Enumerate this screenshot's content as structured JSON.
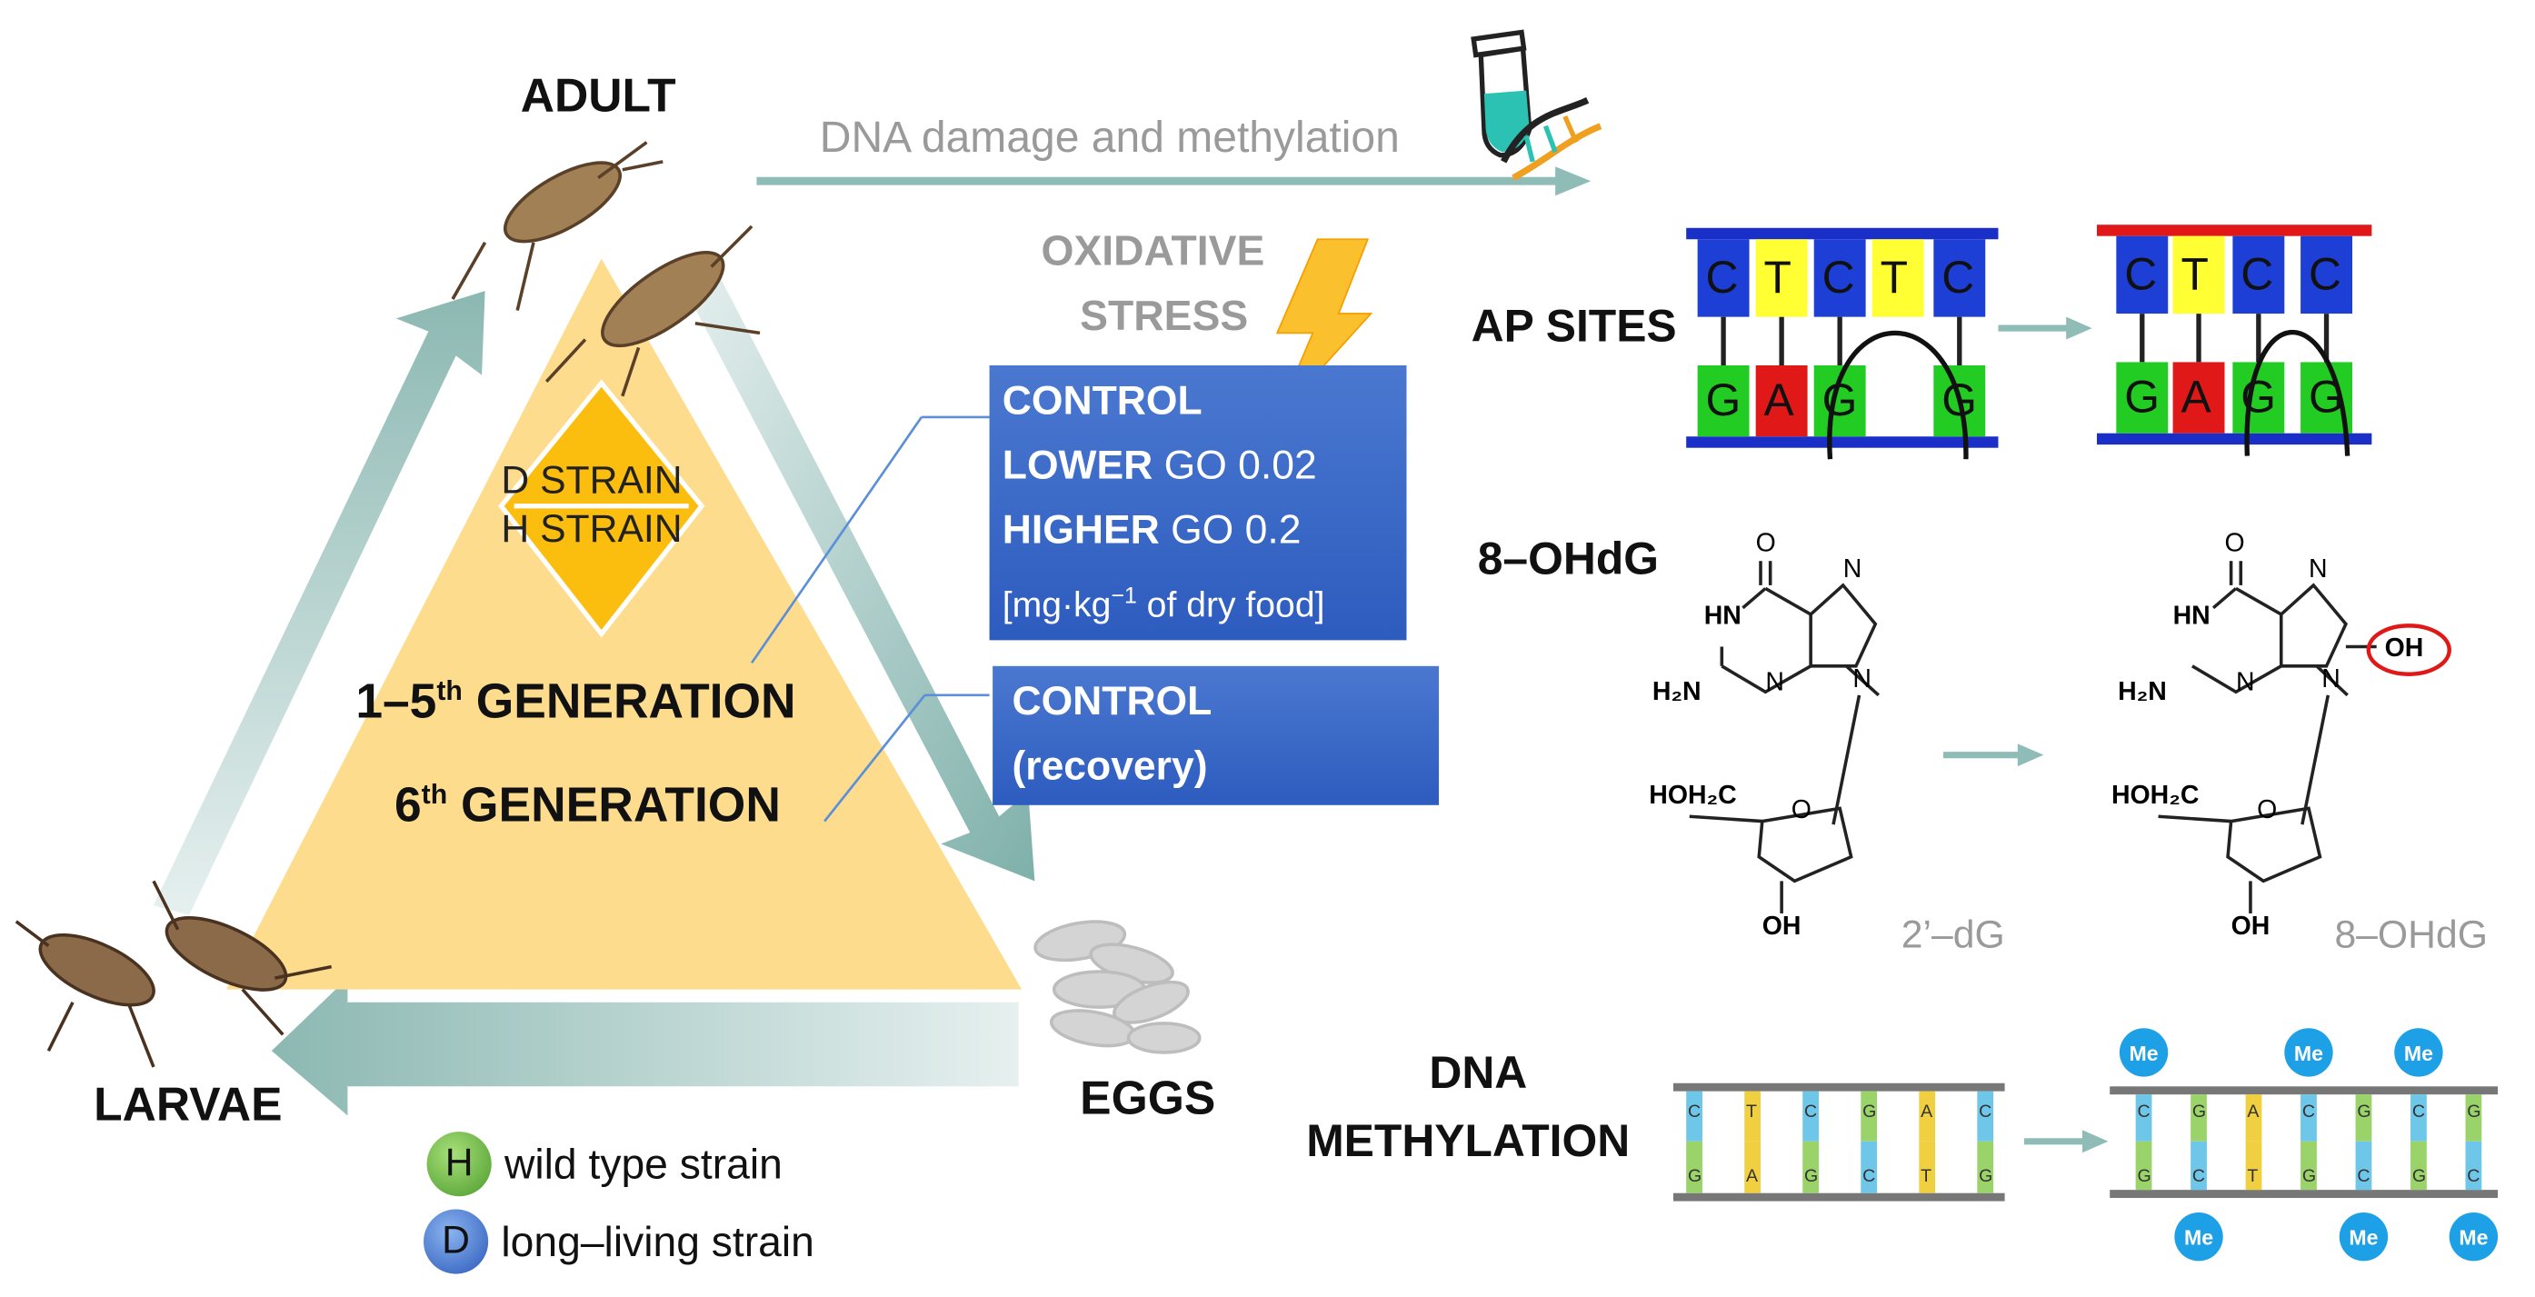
{
  "lifecycle": {
    "adult": "ADULT",
    "larvae": "LARVAE",
    "eggs": "EGGS",
    "strain_d": "D STRAIN",
    "strain_h": "H STRAIN",
    "gen_1_5_pre": "1–5",
    "gen_1_5_sup": "th",
    "gen_1_5_post": " GENERATION",
    "gen_6_pre": "6",
    "gen_6_sup": "th",
    "gen_6_post": " GENERATION"
  },
  "header": {
    "dna_damage": "DNA damage and methylation",
    "oxidative_line1": "OXIDATIVE",
    "oxidative_line2": "STRESS"
  },
  "treatment_box": {
    "control": "CONTROL",
    "lower_b": "LOWER",
    "lower_r": " GO 0.02",
    "higher_b": "HIGHER",
    "higher_r": " GO 0.2",
    "unit_pre": "[mg·kg",
    "unit_sup": "−1",
    "unit_post": " of dry food]"
  },
  "recovery_box": {
    "control": "CONTROL",
    "recovery": "(recovery)"
  },
  "ap_sites": {
    "title": "AP SITES",
    "top_left": [
      "C",
      "T",
      "C",
      "T",
      "C"
    ],
    "bottom_left": [
      "G",
      "A",
      "G",
      "",
      "G"
    ],
    "top_right": [
      "C",
      "T",
      "C",
      "C"
    ],
    "bottom_right": [
      "G",
      "A",
      "G",
      "G"
    ]
  },
  "ohdg": {
    "title": "8–OHdG",
    "left_caption": "2’–dG",
    "right_caption": "8–OHdG",
    "o": "O",
    "hn": "HN",
    "n": "N",
    "h2n": "H₂N",
    "hoh2c": "HOH₂C",
    "oh": "OH"
  },
  "methylation": {
    "title_line1": "DNA",
    "title_line2": "METHYLATION",
    "left_top": [
      "C",
      "T",
      "C",
      "G",
      "A",
      "C"
    ],
    "left_bottom": [
      "G",
      "A",
      "G",
      "C",
      "T",
      "G"
    ],
    "right_top": [
      "C",
      "G",
      "A",
      "C",
      "G",
      "C",
      "G"
    ],
    "right_bottom": [
      "G",
      "C",
      "T",
      "G",
      "C",
      "G",
      "C"
    ],
    "me": "Me"
  },
  "legend": {
    "h_symbol": "H",
    "h_text": "wild type strain",
    "d_symbol": "D",
    "d_text": "long–living strain"
  },
  "colors": {
    "triangle": "#fddc8e",
    "diamond": "#fbbd0e",
    "box_blue": "#3563c4",
    "arrow_teal": "#8fbcb6",
    "base_C": "#1e3fd6",
    "base_T": "#ffff33",
    "base_G": "#22cc22",
    "base_A": "#e01818"
  }
}
